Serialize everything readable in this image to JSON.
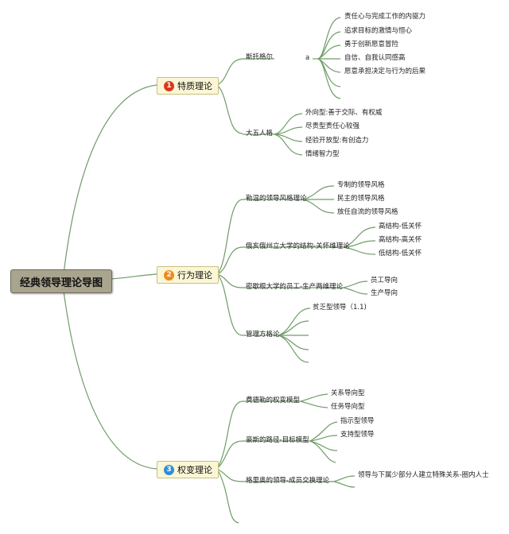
{
  "root": {
    "title": "经典领导理论导图"
  },
  "categories": [
    {
      "number": "1",
      "label": "特质理论",
      "badge_color": "#d83a1e"
    },
    {
      "number": "2",
      "label": "行为理论",
      "badge_color": "#ef8a1d"
    },
    {
      "number": "3",
      "label": "权变理论",
      "badge_color": "#2f8fd8"
    }
  ],
  "trait": {
    "stogdill": {
      "label": "斯托格尔",
      "marker": "a",
      "items": [
        "责任心与完成工作的内驱力",
        "追求目标的激情与恒心",
        "勇于创新愿意冒险",
        "自信、自我认同感高",
        "愿意承担决定与行为的后果"
      ]
    },
    "big_five": {
      "label": "大五人格",
      "items": [
        "外向型:善于交际、有权威",
        "尽责型责任心较强",
        "经验开放型:有创造力",
        "情绪智力型"
      ]
    }
  },
  "behavior": {
    "lewin": {
      "label": "勒温的领导风格理论",
      "items": [
        "专制的领导风格",
        "民主的领导风格",
        "放任自流的领导风格"
      ]
    },
    "ohio": {
      "label": "俄亥俄州立大学的结构-关怀维理论",
      "items": [
        "高结构-低关怀",
        "高结构-高关怀",
        "低结构-低关怀"
      ]
    },
    "michigan": {
      "label": "密歇根大学的员工-生产两维理论",
      "items": [
        "员工导向",
        "生产导向"
      ]
    },
    "grid": {
      "label": "管理方格论",
      "items": [
        "贫乏型领导（1.1)"
      ]
    }
  },
  "contingency": {
    "fiedler": {
      "label": "费德勒的权变模型",
      "items": [
        "关系导向型",
        "任务导向型"
      ]
    },
    "house": {
      "label": "豪斯的路径-目标模型",
      "items": [
        "指示型领导",
        "支持型领导"
      ]
    },
    "graen": {
      "label": "格里奥的领导-成员交换理论",
      "items": [
        "领导与下属少部分人建立特殊关系-圈内人士"
      ]
    }
  },
  "colors": {
    "branch": "#6e9c67",
    "root_bg": "#a9a48e",
    "category_bg": "#fbf6d5"
  }
}
